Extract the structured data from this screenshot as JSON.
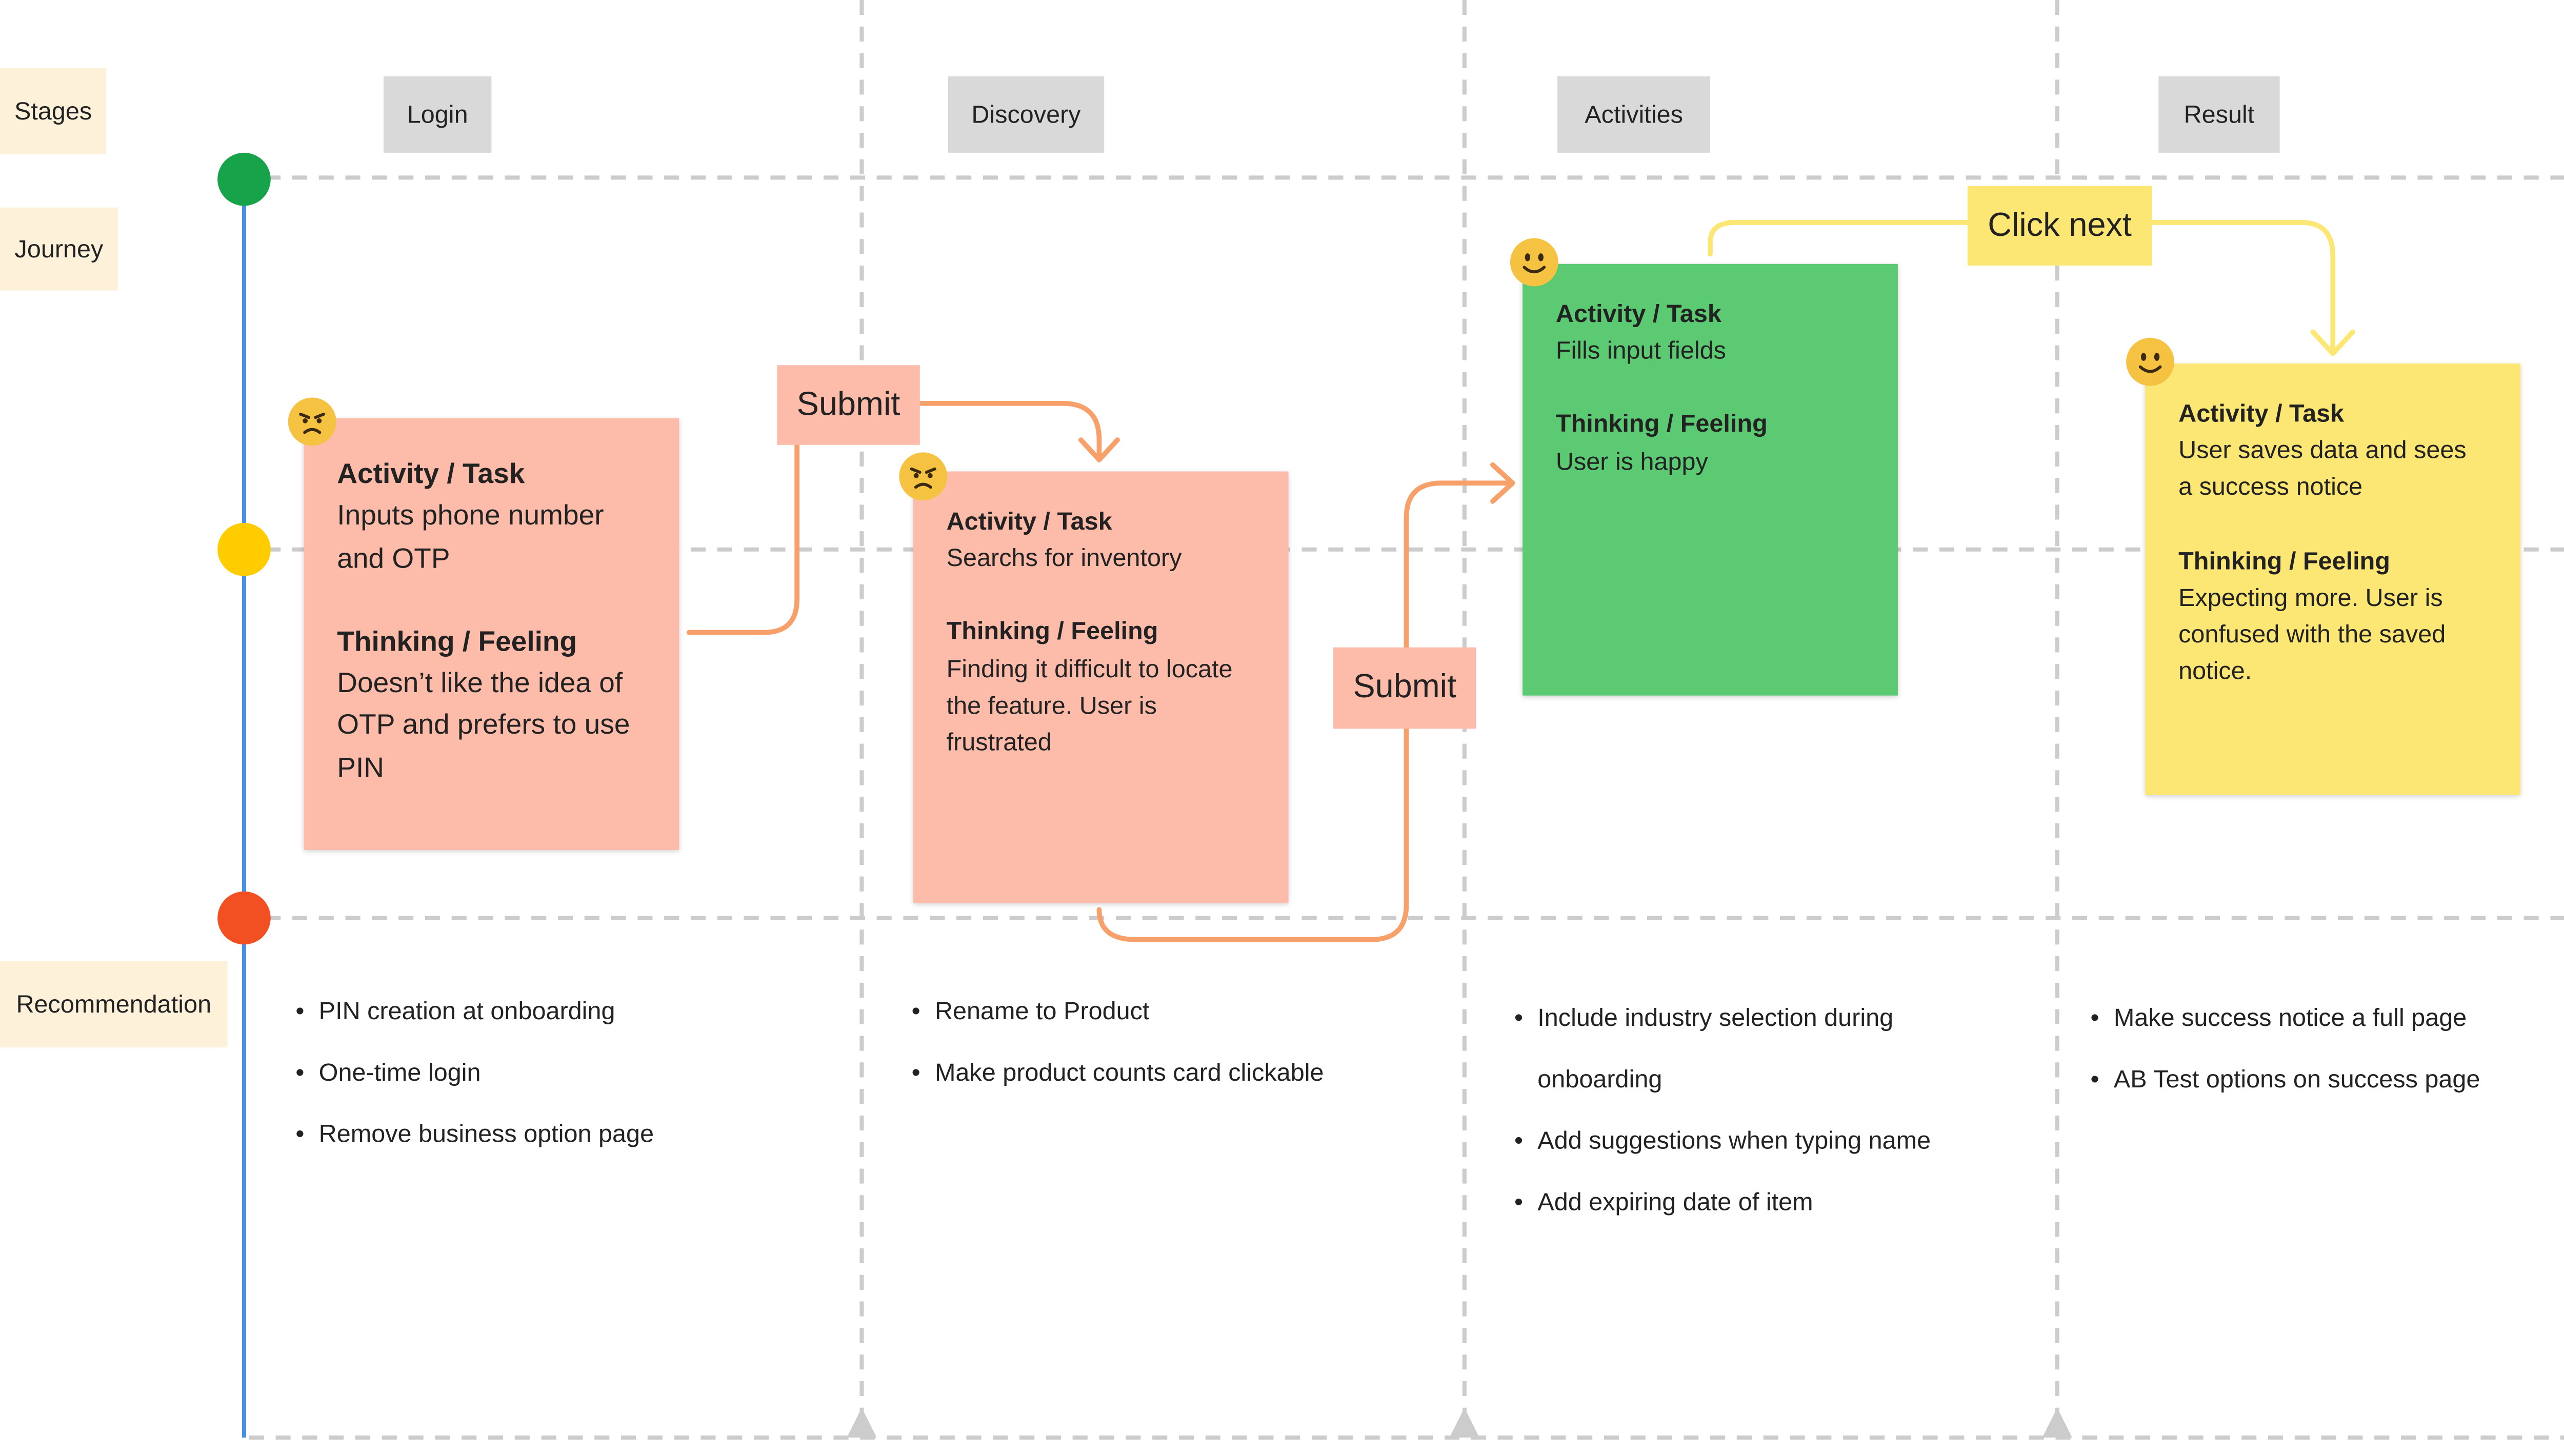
{
  "rows": {
    "stages": "Stages",
    "journey": "Journey",
    "recommendation": "Recommendation"
  },
  "stages": [
    "Login",
    "Discovery",
    "Activities",
    "Result"
  ],
  "colors": {
    "start": "#16a34a",
    "middle": "#ffcc00",
    "end": "#f25022",
    "timeline": "#4a90e2",
    "flow_orange": "#f7a06a",
    "flow_yellow": "#fde774",
    "grid": "#cccccc"
  },
  "cards": [
    {
      "stage": "Login",
      "mood": "angry",
      "activity_heading": "Activity / Task",
      "activity": [
        "Inputs phone number",
        "and OTP"
      ],
      "feeling_heading": "Thinking / Feeling",
      "feeling": [
        "Doesn’t like the idea of",
        "OTP and  prefers to use",
        "PIN"
      ]
    },
    {
      "stage": "Discovery",
      "mood": "angry",
      "activity_heading": "Activity / Task",
      "activity": [
        "Searchs for inventory"
      ],
      "feeling_heading": "Thinking / Feeling",
      "feeling": [
        "Finding it difficult to locate",
        "the feature. User is",
        "frustrated"
      ]
    },
    {
      "stage": "Activities",
      "mood": "happy",
      "activity_heading": "Activity / Task",
      "activity": [
        "Fills input fields"
      ],
      "feeling_heading": "Thinking / Feeling",
      "feeling": [
        "User is happy"
      ]
    },
    {
      "stage": "Result",
      "mood": "happy",
      "activity_heading": "Activity / Task",
      "activity": [
        "User saves data and sees",
        "a success notice"
      ],
      "feeling_heading": "Thinking / Feeling",
      "feeling": [
        "Expecting more. User is",
        "confused with the saved",
        "notice."
      ]
    }
  ],
  "transitions": [
    "Submit",
    "Submit",
    "Click next"
  ],
  "recommendations": [
    [
      "PIN creation at onboarding",
      "One-time login",
      "Remove business option page"
    ],
    [
      "Rename to Product",
      "Make product counts card clickable"
    ],
    [
      "Include industry selection during",
      "onboarding",
      "Add suggestions when typing name",
      "Add expiring date of item"
    ],
    [
      "Make success notice a full page",
      "AB Test options on success page"
    ]
  ]
}
